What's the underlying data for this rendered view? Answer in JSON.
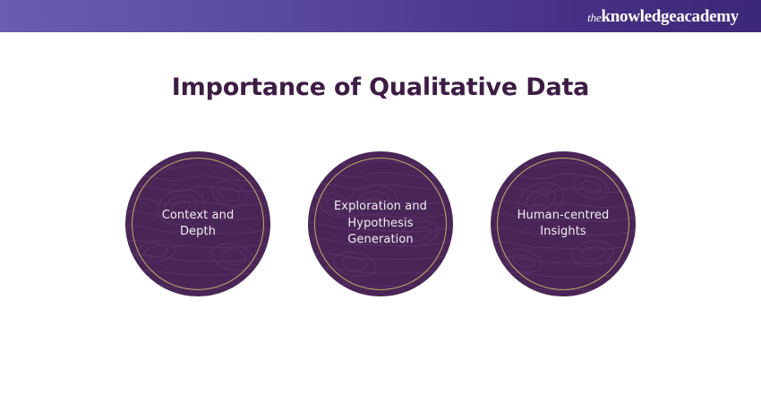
{
  "header": {
    "brand_prefix": "the",
    "brand_name": "knowledgeacademy",
    "gradient_start": "#6b5cb0",
    "gradient_end": "#3c2878"
  },
  "title": "Importance of Qualitative Data",
  "colors": {
    "title": "#3d1d44",
    "circle_fill": "#4a2657",
    "circle_ring": "#c9a96a",
    "circle_text": "#f2eef5",
    "page_background": "#ffffff"
  },
  "circles": [
    {
      "label": "Context and Depth"
    },
    {
      "label": "Exploration and Hypothesis Generation"
    },
    {
      "label": "Human-centred Insights"
    }
  ]
}
